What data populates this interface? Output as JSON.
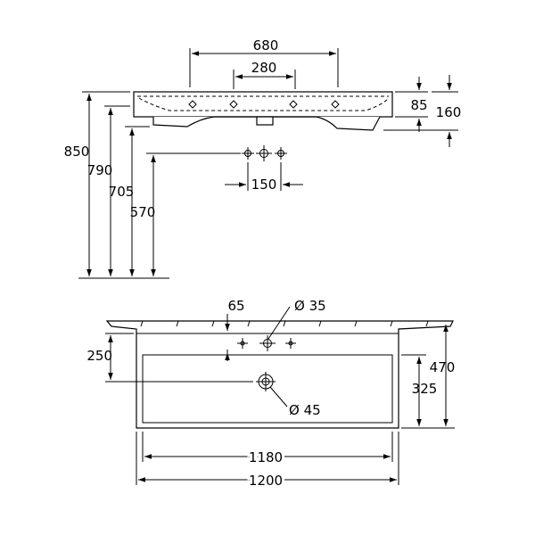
{
  "side_view": {
    "dims": {
      "w680": "680",
      "w280": "280",
      "h85": "85",
      "h160": "160",
      "h850": "850",
      "h790": "790",
      "h705": "705",
      "h570": "570",
      "w150": "150"
    }
  },
  "top_view": {
    "dims": {
      "d65": "65",
      "dia35": "Ø 35",
      "d250": "250",
      "d470": "470",
      "d325": "325",
      "dia45": "Ø 45",
      "w1180": "1180",
      "w1200": "1200"
    }
  }
}
